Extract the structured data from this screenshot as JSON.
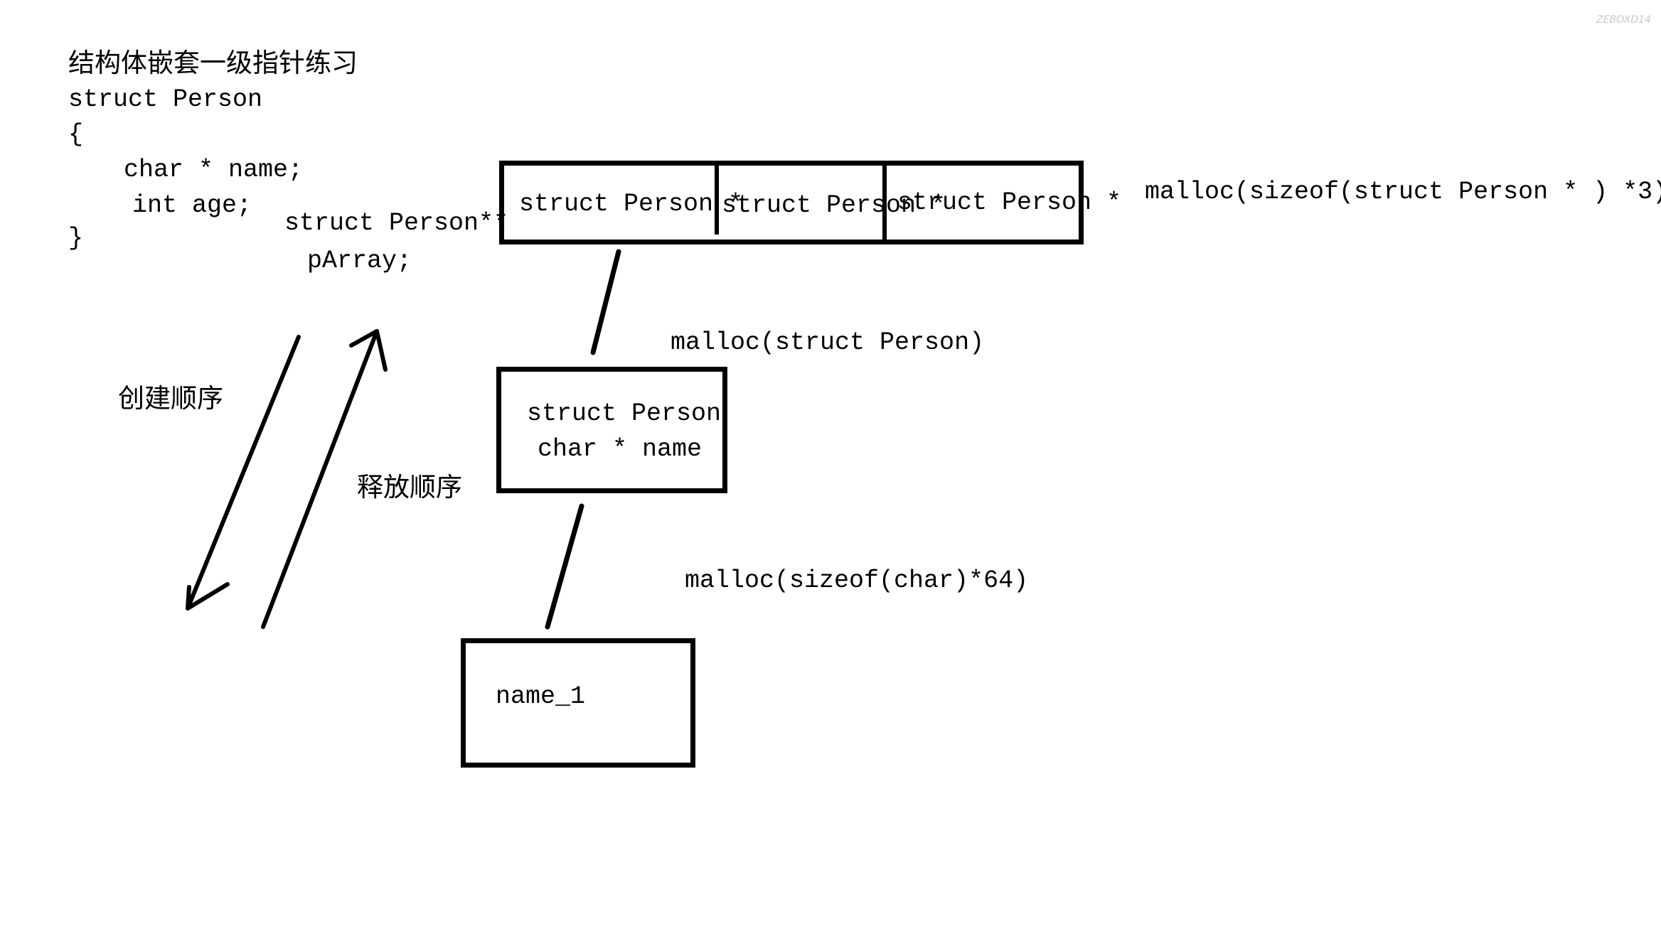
{
  "title": "结构体嵌套一级指针练习",
  "code": {
    "line1": "struct Person",
    "line2": "{",
    "line3": "char * name;",
    "line4": "int age;",
    "line5": "}"
  },
  "pointer_decl": {
    "line1": "struct Person**",
    "line2": "pArray;"
  },
  "array_cells": [
    "struct Person *",
    "struct Person *",
    "struct Person *"
  ],
  "malloc_array": "malloc(sizeof(struct Person * ) *3)",
  "malloc_struct": "malloc(struct Person)",
  "struct_box": {
    "line1": "struct Person",
    "line2": "char * name"
  },
  "malloc_name": "malloc(sizeof(char)*64)",
  "name_box": "name_1",
  "create_order": "创建顺序",
  "release_order": "释放顺序",
  "watermark": "ZEBOXD14"
}
